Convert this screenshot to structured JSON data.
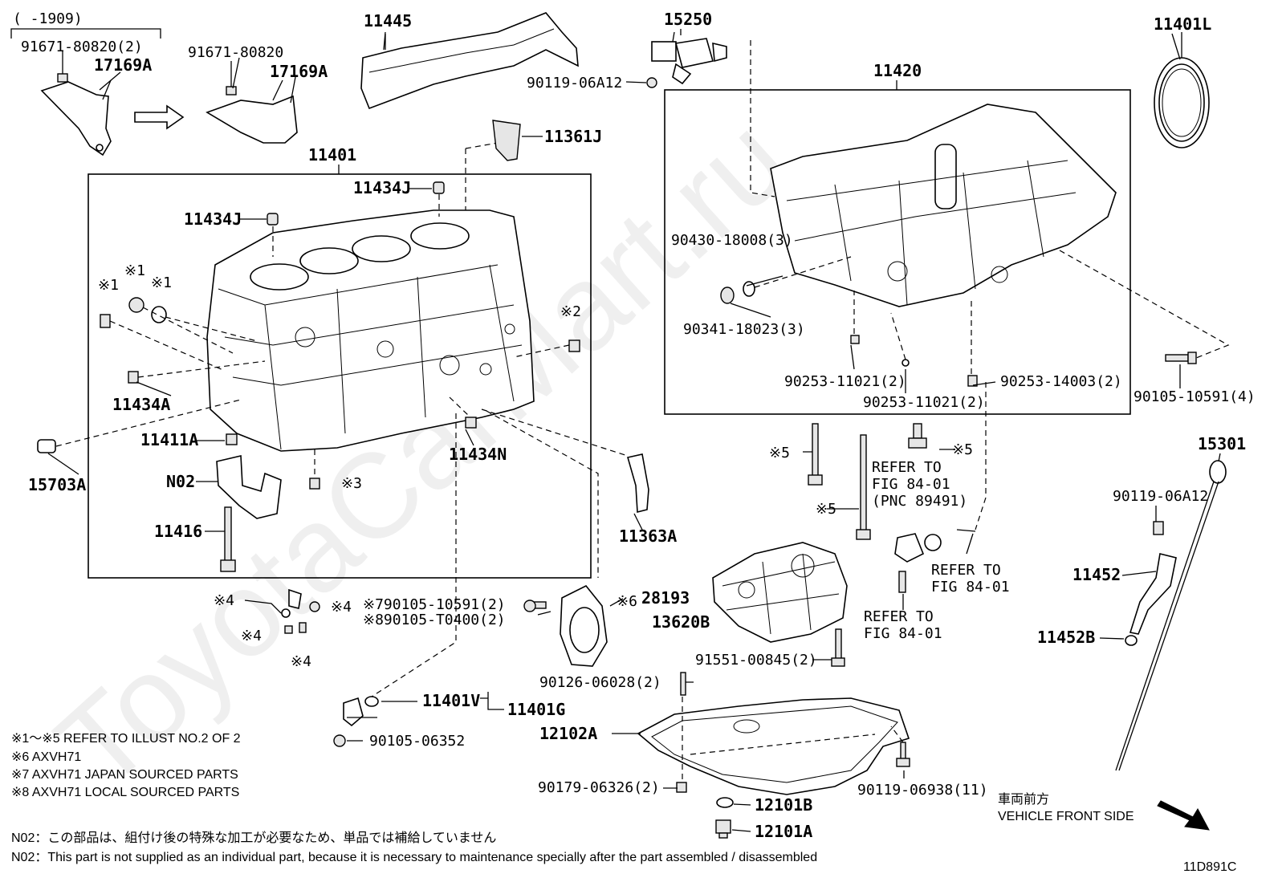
{
  "watermark": "ToyotaCarMart.ru",
  "diagram_code": "11D891C",
  "front_side": {
    "jp": "車両前方",
    "en": "VEHICLE FRONT SIDE"
  },
  "variant_note": {
    "range": "(    -1909)"
  },
  "labels": {
    "p1": "91671-80820(2)",
    "p2": "17169A",
    "p3": "91671-80820",
    "p4": "17169A",
    "p5": "11445",
    "p6": "15250",
    "p7": "90119-06A12",
    "p8": "11401L",
    "p9": "11420",
    "p10": "11361J",
    "p11": "11401",
    "p12": "11434J",
    "p13": "11434J",
    "p14": "90430-18008(3)",
    "p15": "90341-18023(3)",
    "p16": "90253-11021(2)",
    "p17": "90253-11021(2)",
    "p18": "90253-14003(2)",
    "p19": "90105-10591(4)",
    "p20": "11434A",
    "p21": "11411A",
    "p22": "11434N",
    "p23": "15703A",
    "p24": "N02",
    "p25": "11416",
    "p26": "11363A",
    "p27": "15301",
    "p28": "90119-06A12",
    "p29": "11452",
    "p30": "11452B",
    "p31": "28193",
    "p32": "13620B",
    "p33": "91551-00845(2)",
    "p34": "90126-06028(2)",
    "p35": "11401V",
    "p36": "11401G",
    "p37": "90105-06352",
    "p38": "12102A",
    "p39": "90179-06326(2)",
    "p40": "90119-06938(11)",
    "p41": "12101B",
    "p42": "12101A",
    "p43": "※790105-10591(2)",
    "p44": "※890105-T0400(2)",
    "p45": "※6",
    "s1": "※1",
    "s2": "※1",
    "s3": "※1",
    "s4": "※2",
    "s5": "※3",
    "s6": "※4",
    "s7": "※4",
    "s8": "※4",
    "s9": "※4",
    "s10": "※5",
    "s11": "※5",
    "s12": "※5",
    "r1a": "REFER TO",
    "r1b": "FIG 84-01",
    "r1c": "(PNC 89491)",
    "r2a": "REFER TO",
    "r2b": "FIG 84-01",
    "r3a": "REFER TO",
    "r3b": "FIG 84-01"
  },
  "notes": [
    "※1～※5  REFER TO ILLUST NO.2 OF 2",
    "※6 AXVH71",
    "※7 AXVH71 JAPAN SOURCED PARTS",
    "※8 AXVH71 LOCAL SOURCED PARTS"
  ],
  "footnotes": [
    "N02：この部品は、組付け後の特殊な加工が必要なため、単品では補給していません",
    "N02：This part is not supplied as an individual part, because it is necessary to maintenance specially after the part assembled / disassembled"
  ]
}
